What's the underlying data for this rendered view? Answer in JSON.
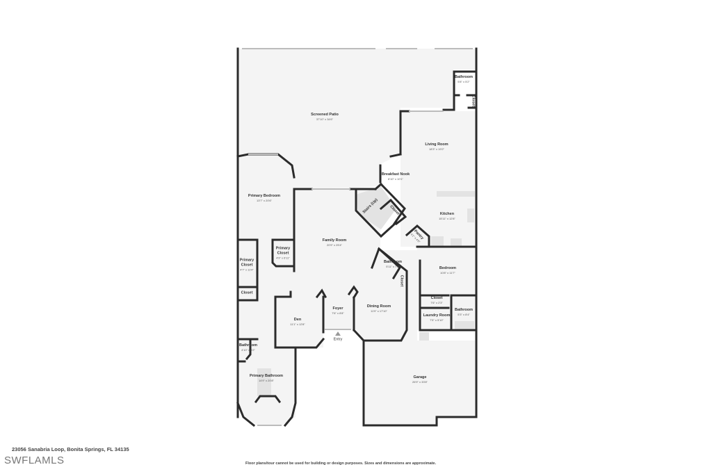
{
  "floor_plan": {
    "address": "23056 Sanabria Loop, Bonita Springs, FL 34135",
    "watermark": "SWFLAMLS",
    "disclaimer": "Floor plans/tour cannot be used for building or design purposes. Sizes and dimensions are approximate.",
    "entry_label": "Entry",
    "rooms": [
      {
        "name": "Screened Patio",
        "dims": "37'10\" x 34'6\""
      },
      {
        "name": "Bathroom",
        "dims": "5'8\" x 5'2\""
      },
      {
        "name": "Closet",
        "dims": ""
      },
      {
        "name": "Living Room",
        "dims": "18'3\" x 19'2\""
      },
      {
        "name": "Breakfast Nook",
        "dims": "8'10\" x 10'1\""
      },
      {
        "name": "Primary Bedroom",
        "dims": "13'7\" x 20'6\""
      },
      {
        "name": "Stairs (Up)",
        "dims": ""
      },
      {
        "name": "Closet",
        "dims": ""
      },
      {
        "name": "Kitchen",
        "dims": "15'11\" x 12'8\""
      },
      {
        "name": "Pantry",
        "dims": "4'1\" x 4'5\""
      },
      {
        "name": "Family Room",
        "dims": "20'9\" x 25'4\""
      },
      {
        "name": "Primary Closet",
        "dims": "4'9\" x 6'11\""
      },
      {
        "name": "Primary Closet",
        "dims": "4'7\" x 11'4\""
      },
      {
        "name": "Bathroom",
        "dims": "5'11\" x 7'6\""
      },
      {
        "name": "Closet",
        "dims": ""
      },
      {
        "name": "Bedroom",
        "dims": "10'8\" x 11'7\""
      },
      {
        "name": "Closet",
        "dims": ""
      },
      {
        "name": "Closet",
        "dims": "7'6\" x 2'3\""
      },
      {
        "name": "Bathroom",
        "dims": "5'3\" x 8'4\""
      },
      {
        "name": "Den",
        "dims": "11'1\" x 12'8\""
      },
      {
        "name": "Foyer",
        "dims": "7'6\" x 8'8\""
      },
      {
        "name": "Dining Room",
        "dims": "11'9\" x 17'10\""
      },
      {
        "name": "Laundry Room",
        "dims": "7'5\" x 5'10\""
      },
      {
        "name": "Bathroom",
        "dims": "4'10\" x 5'2\""
      },
      {
        "name": "Primary Bathroom",
        "dims": "14'9\" x 20'8\""
      },
      {
        "name": "Garage",
        "dims": "26'9\" x 33'8\""
      }
    ]
  }
}
